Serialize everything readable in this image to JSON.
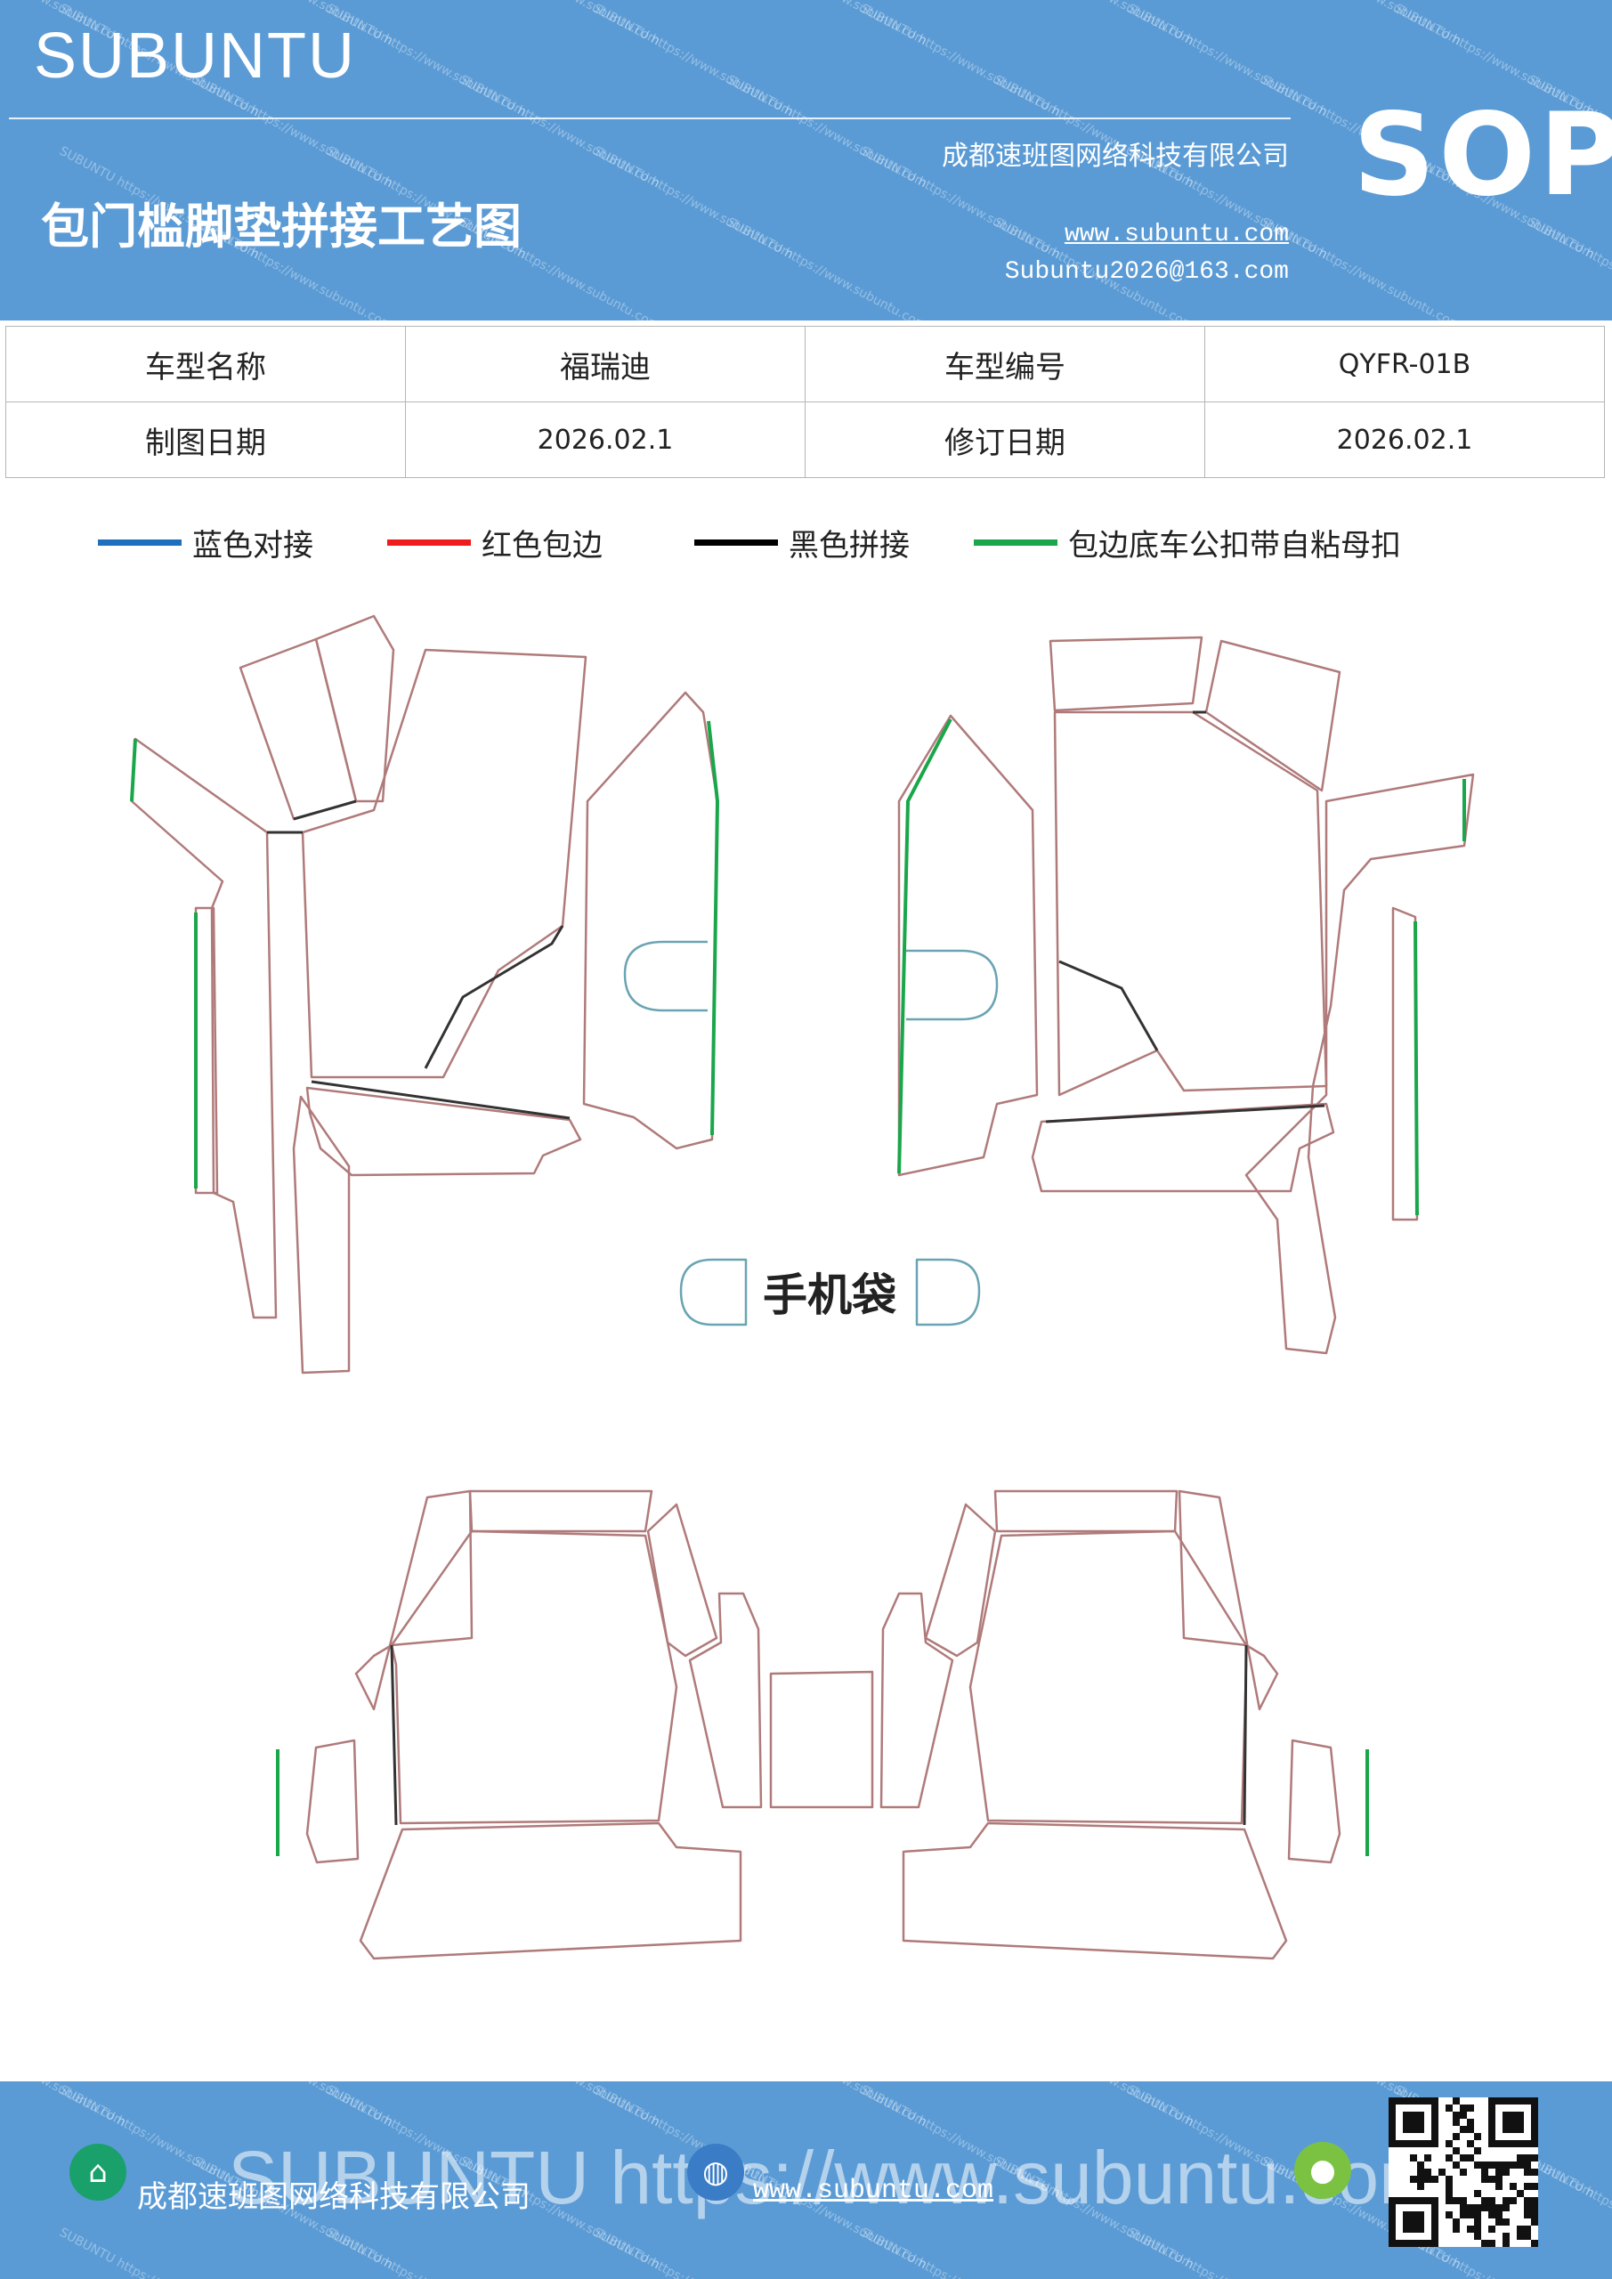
{
  "header": {
    "brand": "SUBUNTU",
    "title": "包门槛脚垫拼接工艺图",
    "company": "成都速班图网络科技有限公司",
    "website": "www.subuntu.com",
    "email": "Subuntu2026@163.com",
    "badge": "SOP",
    "watermark": "SUBUNTU https://www.subuntu.com"
  },
  "info_table": {
    "rows": [
      [
        "车型名称",
        "福瑞迪",
        "车型编号",
        "QYFR-01B"
      ],
      [
        "制图日期",
        "2026.02.1",
        "修订日期",
        "2026.02.1"
      ]
    ]
  },
  "legend": [
    {
      "label": "蓝色对接",
      "color": "#1f6fbf"
    },
    {
      "label": "红色包边",
      "color": "#ee1c1c"
    },
    {
      "label": "黑色拼接",
      "color": "#000000"
    },
    {
      "label": "包边底车公扣带自粘母扣",
      "color": "#1aa64a"
    }
  ],
  "drawing": {
    "pocket_label": "手机袋",
    "colors": {
      "edge": "#b07a7a",
      "seam": "#333333",
      "hook": "#1aa64a",
      "pocket": "#6aa4b2"
    }
  },
  "footer": {
    "company": "成都速班图网络科技有限公司",
    "website": "www.subuntu.com",
    "watermark": "SUBUNTU https://www.subuntu.com",
    "icon_company": "building-icon",
    "icon_web": "globe-icon",
    "icon_wechat": "wechat-icon"
  }
}
